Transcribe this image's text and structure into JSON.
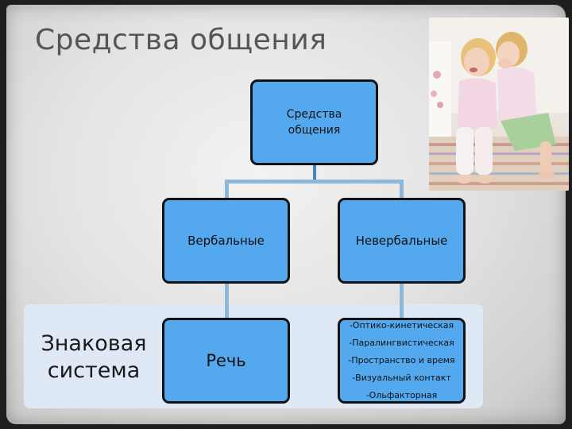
{
  "slide": {
    "title": "Средства общения"
  },
  "diagram": {
    "root_label": "Средства\nобщения",
    "verbal_label": "Вербальные",
    "nonverbal_label": "Невербальные",
    "speech_label": "Речь",
    "nonverbal_types": [
      "-Оптико-кинетическая",
      "-Паралингвистическая",
      "-Пространство и время",
      "-Визуальный контакт",
      "-Ольфакторная"
    ],
    "band_label": "Знаковая\nсистема"
  },
  "colors": {
    "box_fill": "#54a8ee",
    "box_border": "#121212",
    "connector": "#8fb8d8",
    "band": "#dfe9f6",
    "title": "#555555"
  }
}
